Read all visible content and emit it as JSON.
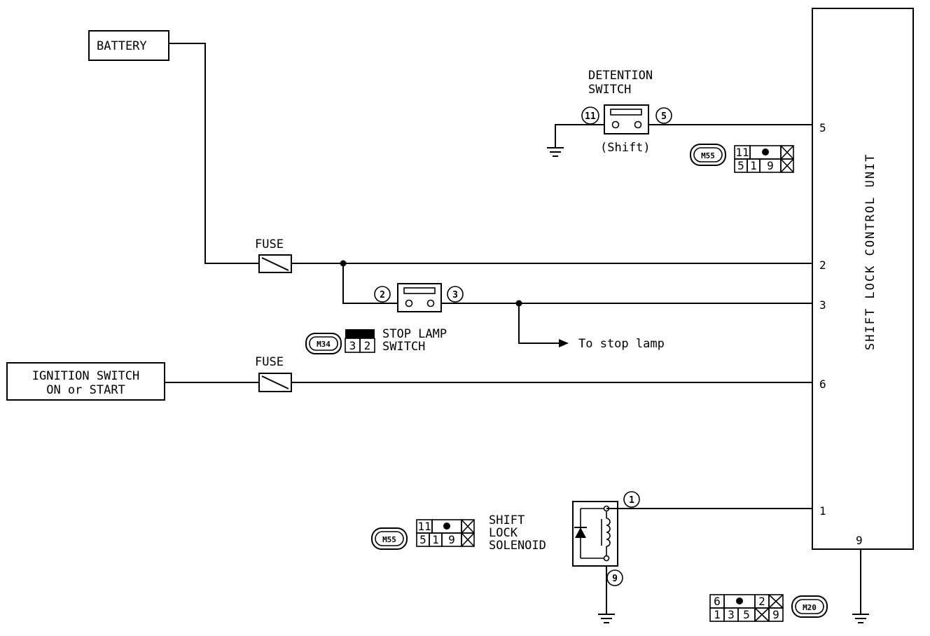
{
  "components": {
    "battery": "BATTERY",
    "fuse_upper": "FUSE",
    "fuse_lower": "FUSE",
    "ignition_line1": "IGNITION SWITCH",
    "ignition_line2": "ON or START",
    "detention_line1": "DETENTION",
    "detention_line2": "SWITCH",
    "detention_sub": "(Shift)",
    "stop_lamp_line1": "STOP LAMP",
    "stop_lamp_line2": "SWITCH",
    "to_stop_lamp": "To stop lamp",
    "solenoid_line1": "SHIFT",
    "solenoid_line2": "LOCK",
    "solenoid_line3": "SOLENOID",
    "control_unit": "SHIFT LOCK CONTROL UNIT"
  },
  "pins": {
    "unit_5": "5",
    "unit_2": "2",
    "unit_3": "3",
    "unit_6": "6",
    "unit_1": "1",
    "unit_9": "9",
    "det_left": "11",
    "det_right": "5",
    "stop_left": "2",
    "stop_right": "3",
    "sol_top": "1",
    "sol_bottom": "9"
  },
  "connectors": {
    "m55_top": {
      "id": "M55",
      "row1": [
        "11",
        "●",
        "☒"
      ],
      "row2": [
        "5",
        "1",
        "9",
        "☒"
      ]
    },
    "m34": {
      "id": "M34",
      "row1": [
        "3",
        "2"
      ]
    },
    "m55_bottom": {
      "id": "M55",
      "row1": [
        "11",
        "●",
        "☒"
      ],
      "row2": [
        "5",
        "1",
        "9",
        "☒"
      ]
    },
    "m20": {
      "id": "M20",
      "row1": [
        "6",
        "●",
        "2",
        "☒"
      ],
      "row2": [
        "1",
        "3",
        "5",
        "☒",
        "9"
      ]
    }
  }
}
